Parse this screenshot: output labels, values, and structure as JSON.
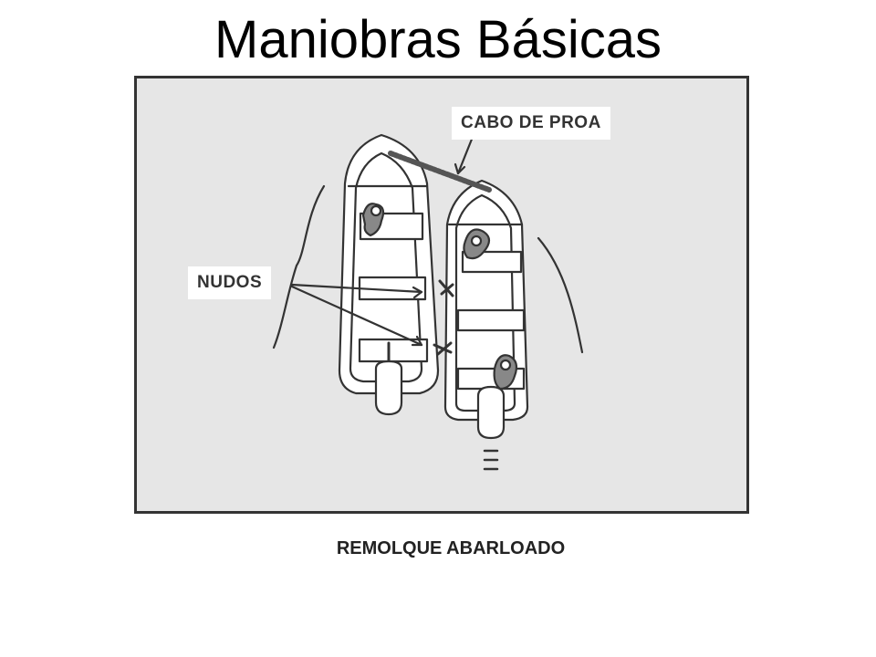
{
  "title": "Maniobras Básicas",
  "labels": {
    "cabo_de_proa": "CABO DE PROA",
    "nudos": "NUDOS"
  },
  "caption": "REMOLQUE ABARLOADO",
  "colors": {
    "background": "#ffffff",
    "water": "#e6e6e6",
    "line": "#333333"
  }
}
